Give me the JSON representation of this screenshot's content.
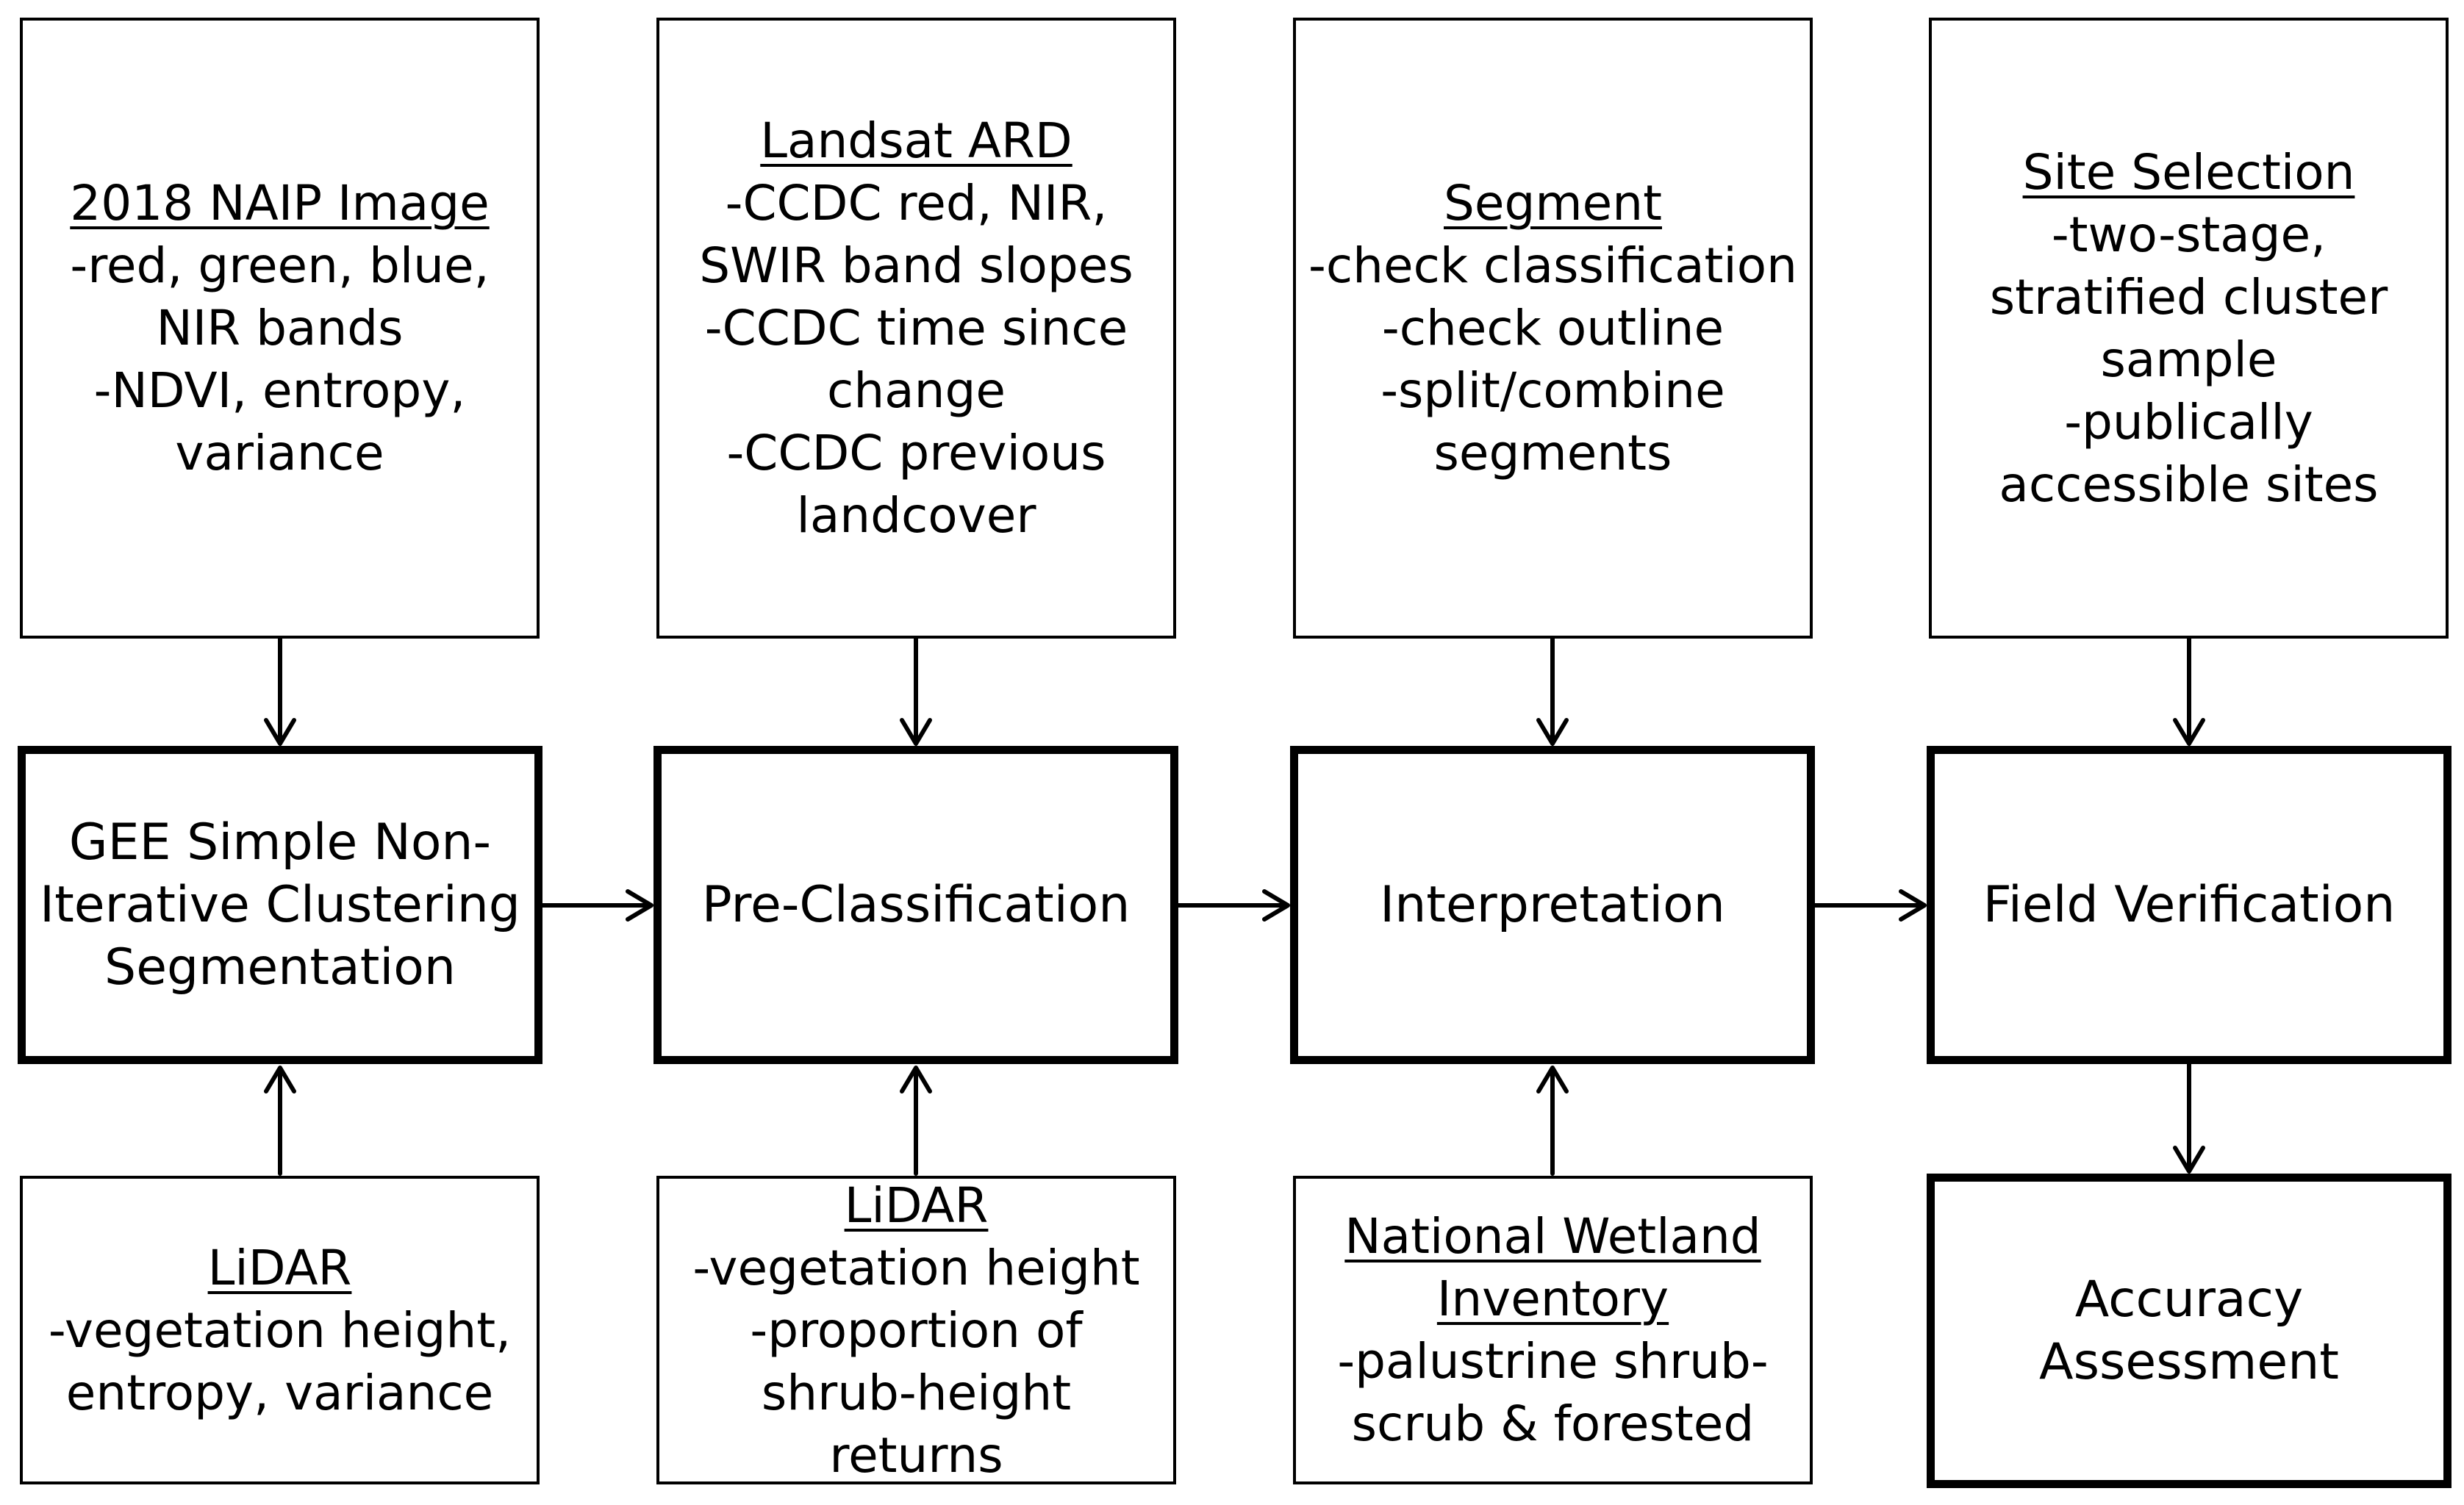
{
  "input_boxes": {
    "naip": {
      "title": "2018 NAIP Image",
      "lines": [
        "-red, green, blue,",
        "NIR bands",
        "-NDVI, entropy,",
        "variance"
      ]
    },
    "landsat": {
      "title": "Landsat ARD",
      "lines": [
        "-CCDC red, NIR,",
        "SWIR band slopes",
        "-CCDC time since",
        "change",
        "-CCDC previous",
        "landcover"
      ]
    },
    "segment": {
      "title": "Segment",
      "lines": [
        "-check classification",
        "-check outline",
        "-split/combine",
        "segments"
      ]
    },
    "site_selection": {
      "title": "Site Selection",
      "lines": [
        "-two-stage,",
        "stratified cluster",
        "sample",
        "-publically",
        "accessible sites"
      ]
    },
    "lidar_1": {
      "title": "LiDAR",
      "lines": [
        "-vegetation height,",
        "entropy, variance"
      ]
    },
    "lidar_2": {
      "title": "LiDAR",
      "lines": [
        "-vegetation height",
        "-proportion of",
        "shrub-height",
        "returns"
      ]
    },
    "nwi": {
      "title_lines": [
        "National Wetland",
        "Inventory"
      ],
      "lines": [
        "-palustrine shrub-",
        "scrub & forested"
      ]
    }
  },
  "process_boxes": {
    "gee": [
      "GEE Simple Non-",
      "Iterative Clustering",
      "Segmentation"
    ],
    "preclass": [
      "Pre-Classification"
    ],
    "interp": [
      "Interpretation"
    ],
    "field": [
      "Field Verification"
    ],
    "accuracy": [
      "Accuracy",
      "Assessment"
    ]
  }
}
